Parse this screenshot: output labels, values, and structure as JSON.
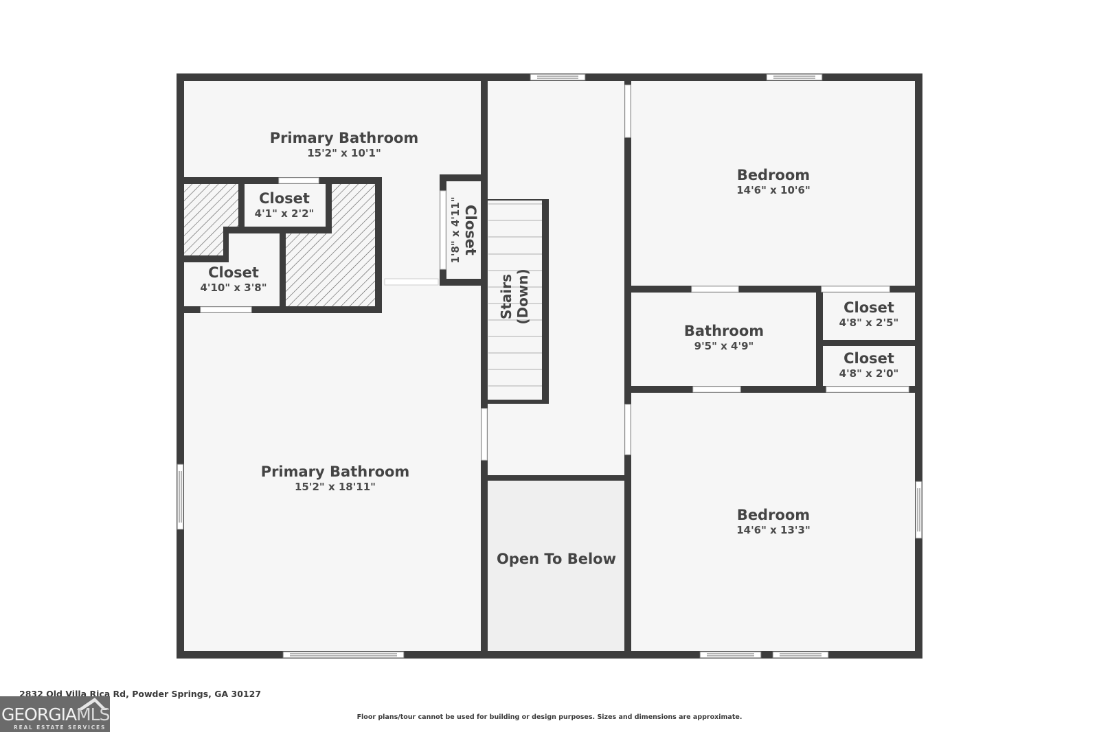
{
  "floor_plan": {
    "rooms": [
      {
        "id": "primary-bathroom-upper",
        "name": "Primary Bathroom",
        "dimensions": "15'2\" x 10'1\""
      },
      {
        "id": "closet-top",
        "name": "Closet",
        "dimensions": "4'1\" x 2'2\""
      },
      {
        "id": "closet-left",
        "name": "Closet",
        "dimensions": "4'10\" x 3'8\""
      },
      {
        "id": "closet-narrow",
        "name": "Closet",
        "dimensions": "1'8\" x 4'11\""
      },
      {
        "id": "stairs",
        "name": "Stairs",
        "dimensions": "(Down)"
      },
      {
        "id": "primary-bathroom-lower",
        "name": "Primary Bathroom",
        "dimensions": "15'2\" x 18'11\""
      },
      {
        "id": "open-to-below",
        "name": "Open To Below",
        "dimensions": ""
      },
      {
        "id": "bedroom-top",
        "name": "Bedroom",
        "dimensions": "14'6\" x 10'6\""
      },
      {
        "id": "bathroom",
        "name": "Bathroom",
        "dimensions": "9'5\" x 4'9\""
      },
      {
        "id": "closet-right-top",
        "name": "Closet",
        "dimensions": "4'8\" x 2'5\""
      },
      {
        "id": "closet-right-bottom",
        "name": "Closet",
        "dimensions": "4'8\" x 2'0\""
      },
      {
        "id": "bedroom-bottom",
        "name": "Bedroom",
        "dimensions": "14'6\" x 13'3\""
      }
    ],
    "colors": {
      "wall": "#3d3d3d",
      "floor": "#f6f6f6",
      "open_to_below": "#efefef",
      "text": "#444444",
      "logo_bg": "#6b6b6b"
    }
  },
  "footer": {
    "address": "2832 Old Villa Rica Rd, Powder Springs, GA 30127",
    "disclaimer": "Floor plans/tour cannot be used for building or design purposes. Sizes and dimensions are approximate."
  },
  "logo": {
    "brand_primary": "GEORGIA",
    "brand_secondary": "MLS",
    "tagline": "REAL ESTATE SERVICES"
  }
}
